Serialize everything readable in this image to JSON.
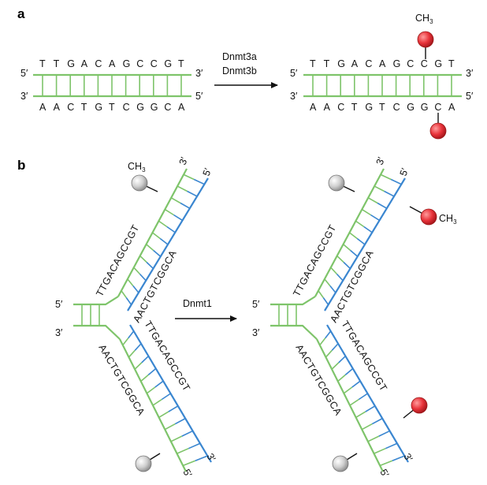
{
  "panel_a": {
    "label": "a",
    "top_strand": "TTGACAGCCGT",
    "bottom_strand": "AACTGTCGGCA",
    "top_left_end": "5′",
    "top_right_end": "3′",
    "bottom_left_end": "3′",
    "bottom_right_end": "5′",
    "enzyme_1": "Dnmt3a",
    "enzyme_2": "Dnmt3b",
    "methyl": "CH",
    "methyl_sub": "3"
  },
  "panel_b": {
    "label": "b",
    "enzyme": "Dnmt1",
    "left_5": "5′",
    "left_3": "3′",
    "methyl": "CH",
    "methyl_sub": "3",
    "upper_green_seq": "TTGACAGCCGT",
    "upper_blue_seq": "AACTGTCGGCA",
    "lower_blue_seq": "TTGACAGCCGT",
    "lower_green_seq": "AACTGTCGGCA",
    "tip_3": "3′",
    "tip_5": "5′"
  },
  "colors": {
    "parental_strand": "#7ec46a",
    "daughter_strand": "#3a86d0",
    "methyl_group": "#e8333a",
    "unmethylated_marker": "#c8c8c8"
  }
}
